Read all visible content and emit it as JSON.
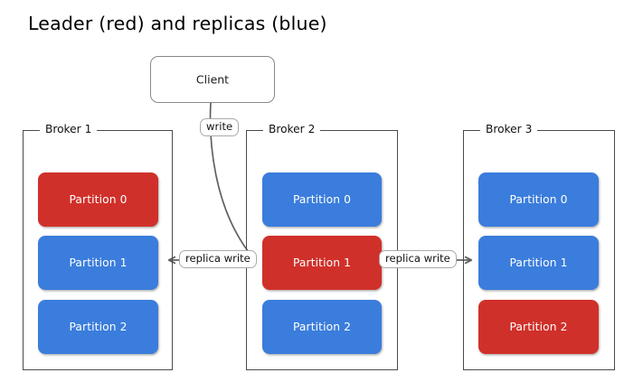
{
  "title": "Leader (red) and replicas (blue)",
  "colors": {
    "leader_red": "#D0302A",
    "replica_blue": "#3B7DDC",
    "broker_frame": "#4a4a4a",
    "client_border": "#888888",
    "arrow": "#616161",
    "label_border": "#aaaaaa",
    "background": "#ffffff",
    "partition_text": "#ffffff"
  },
  "client": {
    "label": "Client"
  },
  "edges": [
    {
      "id": "write",
      "label": "write",
      "from": "client",
      "to": "broker-2-partition-1",
      "direction": "down-right"
    },
    {
      "id": "replica-write-left",
      "label": "replica write",
      "from": "broker-2-partition-1",
      "to": "broker-1-partition-1",
      "direction": "left"
    },
    {
      "id": "replica-write-right",
      "label": "replica write",
      "from": "broker-2-partition-1",
      "to": "broker-3-partition-1",
      "direction": "right"
    }
  ],
  "brokers": [
    {
      "id": "broker-1",
      "name": "Broker 1",
      "partitions": [
        {
          "label": "Partition 0",
          "role": "leader",
          "color": "#D0302A"
        },
        {
          "label": "Partition 1",
          "role": "replica",
          "color": "#3B7DDC"
        },
        {
          "label": "Partition 2",
          "role": "replica",
          "color": "#3B7DDC"
        }
      ]
    },
    {
      "id": "broker-2",
      "name": "Broker 2",
      "partitions": [
        {
          "label": "Partition 0",
          "role": "replica",
          "color": "#3B7DDC"
        },
        {
          "label": "Partition 1",
          "role": "leader",
          "color": "#D0302A"
        },
        {
          "label": "Partition 2",
          "role": "replica",
          "color": "#3B7DDC"
        }
      ]
    },
    {
      "id": "broker-3",
      "name": "Broker 3",
      "partitions": [
        {
          "label": "Partition 0",
          "role": "replica",
          "color": "#3B7DDC"
        },
        {
          "label": "Partition 1",
          "role": "replica",
          "color": "#3B7DDC"
        },
        {
          "label": "Partition 2",
          "role": "leader",
          "color": "#D0302A"
        }
      ]
    }
  ]
}
